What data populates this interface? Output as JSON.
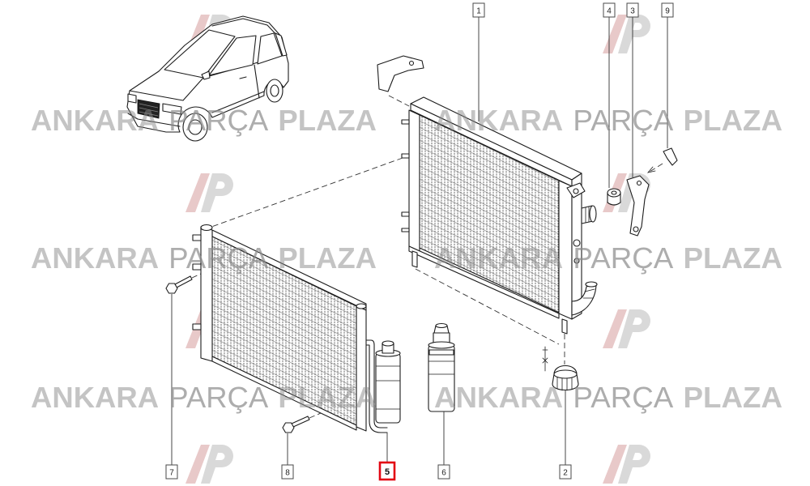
{
  "diagram": {
    "callouts": [
      {
        "label": "1",
        "highlighted": false
      },
      {
        "label": "4",
        "highlighted": false
      },
      {
        "label": "3",
        "highlighted": false
      },
      {
        "label": "9",
        "highlighted": false
      },
      {
        "label": "7",
        "highlighted": false
      },
      {
        "label": "8",
        "highlighted": false
      },
      {
        "label": "5",
        "highlighted": true
      },
      {
        "label": "6",
        "highlighted": false
      },
      {
        "label": "2",
        "highlighted": false
      }
    ],
    "highlight_color": "#e30613",
    "line_color": "#1c1c1c"
  },
  "watermark": {
    "word1": "ANKARA",
    "word2": "PARÇA",
    "word3": "PLAZA",
    "text_color": "#8a8a8a"
  }
}
